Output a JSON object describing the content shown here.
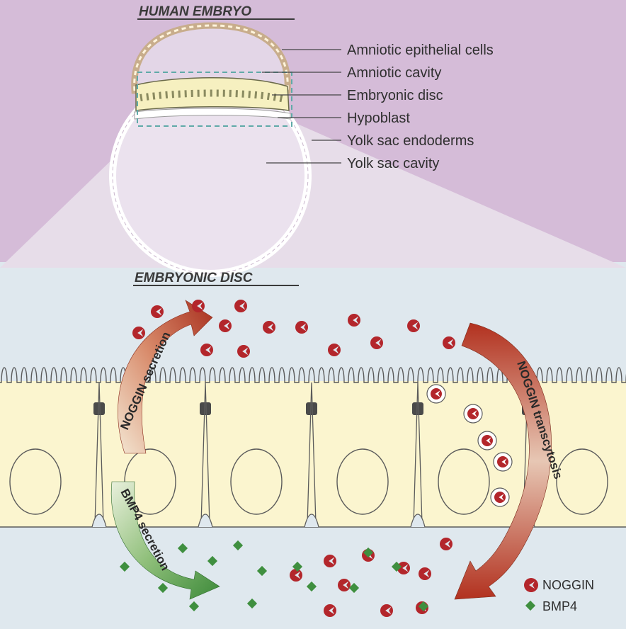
{
  "titles": {
    "top": "HUMAN EMBRYO",
    "bottom": "EMBRYONIC DISC"
  },
  "embryo_labels": [
    "Amniotic epithelial cells",
    "Amniotic cavity",
    "Embryonic disc",
    "Hypoblast",
    "Yolk sac endoderms",
    "Yolk sac cavity"
  ],
  "arrows": {
    "noggin_secretion": "NOGGIN secretion",
    "bmp4_secretion": "BMP4 secretion",
    "noggin_transcytosis": "NOGGIN transcytosis"
  },
  "legend": [
    {
      "label": "NOGGIN",
      "symbol": "crescent",
      "color": "#b3262b"
    },
    {
      "label": "BMP4",
      "symbol": "diamond",
      "color": "#3f8f3f"
    }
  ],
  "colors": {
    "top_background": "#d5bcd8",
    "bottom_background": "#dfe8ee",
    "cell_fill": "#fbf5cf",
    "noggin": "#b3262b",
    "bmp4": "#3f8f3f"
  }
}
